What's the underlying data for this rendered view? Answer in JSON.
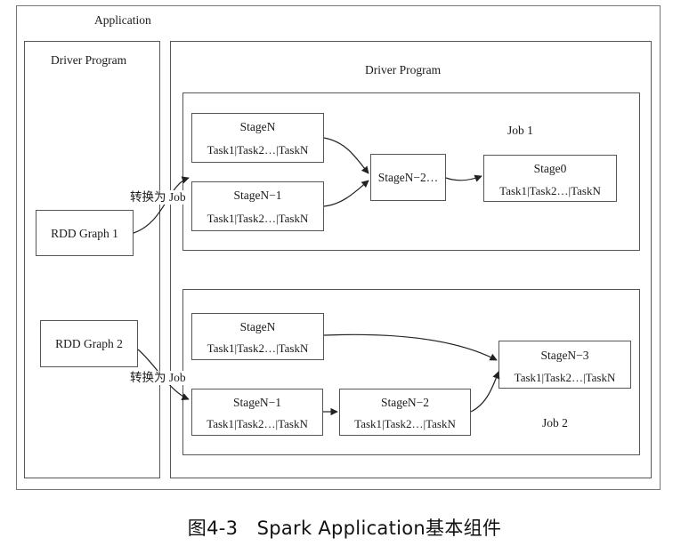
{
  "application": {
    "title": "Application"
  },
  "left_driver": {
    "title": "Driver Program",
    "rdd1": "RDD Graph 1",
    "rdd2": "RDD Graph 2"
  },
  "right_driver": {
    "title": "Driver Program"
  },
  "job1": {
    "label": "Job 1",
    "stages": [
      {
        "name": "StageN",
        "tasks": "Task1|Task2…|TaskN"
      },
      {
        "name": "StageN−1",
        "tasks": "Task1|Task2…|TaskN"
      },
      {
        "name": "StageN−2…",
        "tasks": ""
      },
      {
        "name": "Stage0",
        "tasks": "Task1|Task2…|TaskN"
      }
    ]
  },
  "job2": {
    "label": "Job 2",
    "stages": [
      {
        "name": "StageN",
        "tasks": "Task1|Task2…|TaskN"
      },
      {
        "name": "StageN−1",
        "tasks": "Task1|Task2…|TaskN"
      },
      {
        "name": "StageN−2",
        "tasks": "Task1|Task2…|TaskN"
      },
      {
        "name": "StageN−3",
        "tasks": "Task1|Task2…|TaskN"
      }
    ]
  },
  "edge_labels": {
    "convert1": "转换为 Job",
    "convert2": "转换为 Job"
  },
  "caption": "图4-3　Spark Application基本组件"
}
